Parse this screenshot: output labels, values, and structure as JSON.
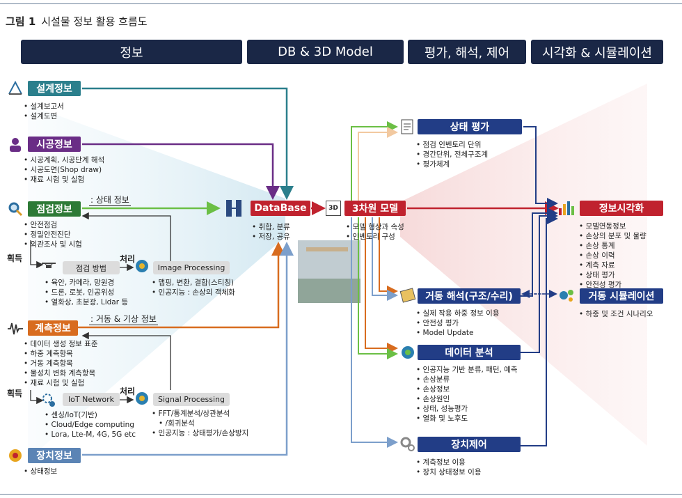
{
  "figure": {
    "number": "그림 1",
    "title": "시설물 정보 활용 흐름도"
  },
  "headers": [
    "정보",
    "DB & 3D Model",
    "평가, 해석, 제어",
    "시각화 & 시뮬레이션"
  ],
  "sources": {
    "design": {
      "label": "설계정보",
      "items": [
        "설계보고서",
        "설계도면"
      ]
    },
    "construction": {
      "label": "시공정보",
      "items": [
        "시공계획, 시공단계 해석",
        "시공도면(Shop draw)",
        "재료 시험 및 실험"
      ]
    },
    "inspection": {
      "label": "점검정보",
      "items": [
        "안전점검",
        "정밀안전진단",
        "외관조사 및 시험"
      ],
      "acquire": "획득",
      "method_pill": "점검 방법",
      "method_items": [
        "육안, 카메라, 망원경",
        "드론, 로봇, 인공위성",
        "열화상, 초분광, Lidar 등"
      ],
      "process_label": "처리",
      "process_pill": "Image Processing",
      "process_items": [
        "맵핑, 변환, 결합(스티칭)",
        "인공지능 : 손상의 객체화"
      ]
    },
    "measurement": {
      "label": "계측정보",
      "items": [
        "데이터 생성 정보 표준",
        "하중 계측항목",
        "거동 계측항목",
        "물성치 변화 계측항목",
        "재료 시험 및 실험"
      ],
      "acquire": "획득",
      "method_pill": "IoT Network",
      "method_items": [
        "센싱/IoT(기반)",
        "Cloud/Edge computing",
        "Lora, Lte-M, 4G, 5G etc"
      ],
      "process_label": "처리",
      "process_pill": "Signal Processing",
      "process_items": [
        "FFT/통계분석/상관분석",
        "/회귀분석",
        "인공지능 : 상태평가/손상방지"
      ]
    },
    "device": {
      "label": "장치정보",
      "items": [
        "상태정보"
      ]
    }
  },
  "flow_labels": {
    "state": ": 상태 정보",
    "behavior": ": 거동 & 기상 정보"
  },
  "database": {
    "label": "DataBase",
    "items": [
      "취합, 분류",
      "저장, 공유"
    ]
  },
  "model": {
    "label": "3차원 모델",
    "icon_text": "3D",
    "items": [
      "모델 형상과 속성",
      "인벤토리 구성"
    ]
  },
  "evaluation": {
    "condition": {
      "label": "상태 평가",
      "items": [
        "점검 인벤토리 단위",
        "경간단위, 전체구조계",
        "평가체계"
      ]
    },
    "behavior": {
      "label": "거동 해석(구조/수리)",
      "items": [
        "실제 작용 하중 정보 이용",
        "안전성 평가",
        "Model Update"
      ]
    },
    "data": {
      "label": "데이터 분석",
      "items": [
        "인공지능 기반 분류, 패턴, 예측",
        "손상분류",
        "손상정보",
        "손상원인",
        "상태, 성능평가",
        "열화 및 노후도"
      ]
    },
    "control": {
      "label": "장치제어",
      "items": [
        "계측정보 이용",
        "장치 상태정보 이용"
      ]
    }
  },
  "visualization": {
    "viz": {
      "label": "정보시각화",
      "items": [
        "모델연동정보",
        "손상의 분포 및 물량",
        "손상 통계",
        "손상 이력",
        "계측 자료",
        "상태 평가",
        "안전성 평가"
      ]
    },
    "sim": {
      "label": "거동 시뮬레이션",
      "items": [
        "하중 및 조건 시나리오"
      ]
    }
  },
  "colors": {
    "header": "#1a2746",
    "teal": "#2b7f8c",
    "purple": "#6a2d86",
    "green": "#2d7a36",
    "orange": "#d86c1f",
    "steel": "#5b84b5",
    "red": "#c0222e",
    "navy": "#223d86"
  }
}
